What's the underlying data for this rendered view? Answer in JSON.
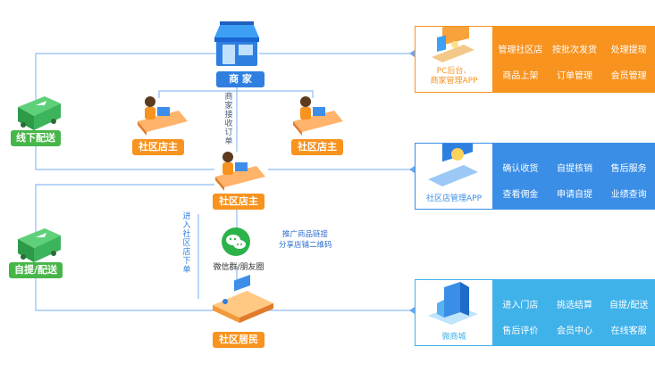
{
  "nodes": {
    "merchant": "商  家",
    "store_owner_left": "社区店主",
    "store_owner_right": "社区店主",
    "store_owner_center": "社区店主",
    "wechat": "微信群/朋友圈",
    "residents": "社区居民",
    "offline_delivery": "线下配送",
    "pickup_delivery": "自提/配送"
  },
  "edge_labels": {
    "merchant_receives_order": "商家接收订单",
    "enter_store_order": "进入社区店下单",
    "promote_line1": "推广商品链接",
    "promote_line2": "分享店铺二维码"
  },
  "panels": [
    {
      "name": "PC后台、商家管理APP",
      "caption_line1": "PC后台、",
      "caption_line2": "商家管理APP",
      "color": "#f7931e",
      "features": [
        "管理社区店",
        "按批次发货",
        "处理提现",
        "商品上架",
        "订单管理",
        "会员管理"
      ]
    },
    {
      "name": "社区店管理APP",
      "caption_line1": "社区店管理APP",
      "color": "#3a8ee6",
      "features": [
        "确认收货",
        "自提核销",
        "售后服务",
        "查看佣金",
        "申请自提",
        "业绩查询"
      ]
    },
    {
      "name": "微商城",
      "caption_line1": "微商城",
      "color": "#3fb2ea",
      "features": [
        "进入门店",
        "挑选结算",
        "自提/配送",
        "售后评价",
        "会员中心",
        "在线客服"
      ]
    }
  ],
  "colors": {
    "blue_label": "#2f7fe0",
    "orange_label": "#f7931e",
    "green_label": "#47b649",
    "connector": "#6fa6ee"
  }
}
